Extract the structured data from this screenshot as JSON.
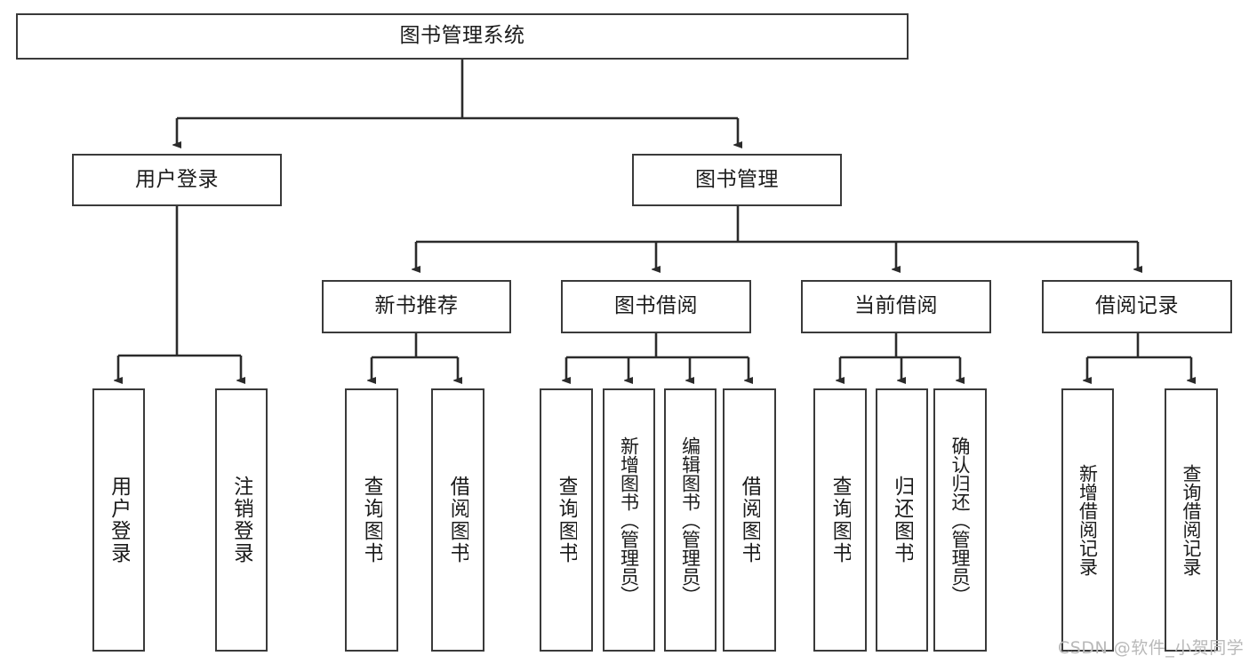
{
  "diagram": {
    "title": "图书管理系统",
    "type": "hierarchy-tree",
    "root": {
      "label": "图书管理系统"
    },
    "level2": [
      {
        "label": "用户登录"
      },
      {
        "label": "图书管理"
      }
    ],
    "level3": [
      {
        "label": "新书推荐"
      },
      {
        "label": "图书借阅"
      },
      {
        "label": "当前借阅"
      },
      {
        "label": "借阅记录"
      }
    ],
    "leaves": {
      "user_login": [
        {
          "label": "用户登录"
        },
        {
          "label": "注销登录"
        }
      ],
      "new_book_recommend": [
        {
          "label": "查询图书"
        },
        {
          "label": "借阅图书"
        }
      ],
      "book_borrow": [
        {
          "label": "查询图书"
        },
        {
          "label": "新增图书（管理员）"
        },
        {
          "label": "编辑图书（管理员）"
        },
        {
          "label": "借阅图书"
        }
      ],
      "current_borrow": [
        {
          "label": "查询图书"
        },
        {
          "label": "归还图书"
        },
        {
          "label": "确认归还（管理员）"
        }
      ],
      "borrow_record": [
        {
          "label": "新增借阅记录"
        },
        {
          "label": "查询借阅记录"
        }
      ]
    }
  },
  "watermark": {
    "text": "CSDN @软件_小贺同学"
  },
  "colors": {
    "border": "#3a3a3a",
    "background": "#ffffff",
    "text": "#1b1b1b",
    "connector": "#2b2b2b",
    "watermark": "#b9b9b9"
  }
}
